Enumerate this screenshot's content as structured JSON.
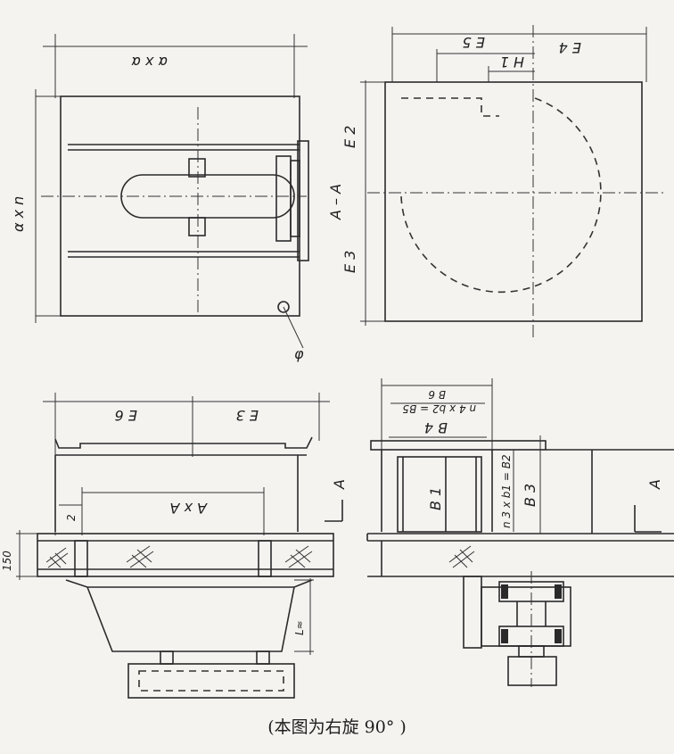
{
  "labels": {
    "top_left_width": "α x α",
    "top_left_height": "α x n",
    "phi": "φ",
    "top_right_e4": "E 4",
    "top_right_e5": "E 5",
    "top_right_h1": "H 1",
    "section_aa": "A – A",
    "e2": "E 2",
    "e3_left": "E 3",
    "e6": "E 6",
    "e3_bottom": "E 3",
    "axa": "A x A",
    "dim_2": "2",
    "dim_150": "150",
    "dim_l": "L≈",
    "arrow_a_left": "A",
    "b6": "B 6",
    "n4xb2": "n 4 x b2 = B5",
    "b4": "B 4",
    "b1": "B 1",
    "n3xb1": "n 3 x b1 = B2",
    "b3": "B 3",
    "arrow_a_right": "A"
  },
  "caption": "(本图为右旋 90°  )"
}
